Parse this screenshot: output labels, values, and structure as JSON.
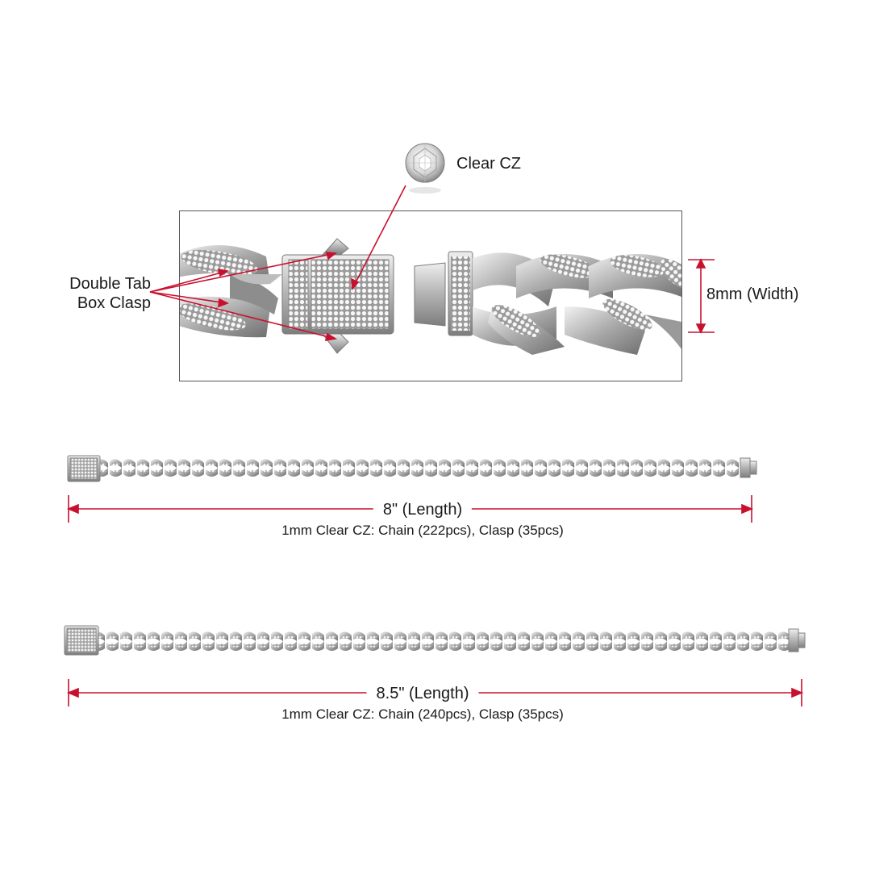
{
  "callouts": {
    "stone": "Clear CZ",
    "clasp_line1": "Double Tab",
    "clasp_line2": "Box Clasp",
    "width": "8mm (Width)"
  },
  "bracelets": [
    {
      "length": "8\" (Length)",
      "stones": "1mm Clear CZ: Chain (222pcs), Clasp (35pcs)"
    },
    {
      "length": "8.5\" (Length)",
      "stones": "1mm Clear CZ: Chain (240pcs), Clasp (35pcs)"
    }
  ],
  "colors": {
    "dimension": "#c8102e",
    "metal": "#c9c9c9",
    "metal_dark": "#8f8f8f",
    "stone": "#f4f4f4"
  }
}
